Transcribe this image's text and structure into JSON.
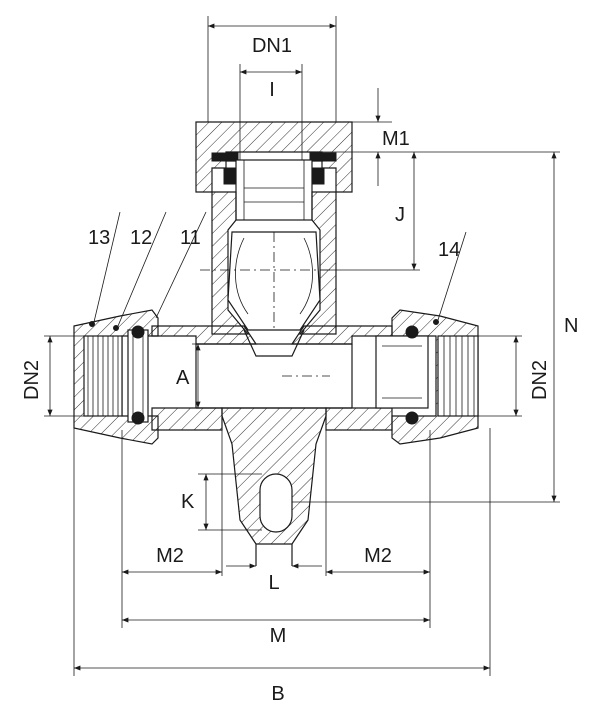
{
  "labels": {
    "dn1": "DN1",
    "i": "I",
    "m1": "M1",
    "j": "J",
    "n": "N",
    "dn2_left": "DN2",
    "dn2_right": "DN2",
    "a": "A",
    "k": "K",
    "l": "L",
    "m2_left": "M2",
    "m2_right": "M2",
    "m": "M",
    "b": "B",
    "p13": "13",
    "p12": "12",
    "p11": "11",
    "p14": "14"
  }
}
